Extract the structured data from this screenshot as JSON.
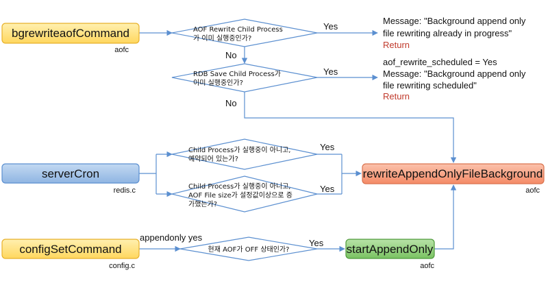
{
  "nodes": {
    "bgrewrite": {
      "label": "bgrewriteaofCommand",
      "file": "aofc",
      "fill": "#ffe183",
      "stroke": "#e8b12a"
    },
    "serverCron": {
      "label": "serverCron",
      "file": "redis.c",
      "fill": "#9ec1e8",
      "stroke": "#5b8fd0"
    },
    "configSet": {
      "label": "configSetCommand",
      "file": "config.c",
      "fill": "#ffe183",
      "stroke": "#e8b12a"
    },
    "rewriteBg": {
      "label": "rewriteAppendOnlyFileBackground",
      "file": "aofc",
      "fill": "#f79f7f",
      "stroke": "#d9734f"
    },
    "startAof": {
      "label": "startAppendOnly",
      "file": "aofc",
      "fill": "#8fcf7a",
      "stroke": "#4f9a3c"
    }
  },
  "conditions": {
    "c1": {
      "line1": "AOF Rewrite Child Process",
      "line2": "가 이미 실행중인가?"
    },
    "c2": {
      "line1": "RDB Save Child Process가",
      "line2": "이미 실행중인가?"
    },
    "c3": {
      "line1": "Child Process가 실행중이 아니고,",
      "line2": "예약되어 있는가?"
    },
    "c4": {
      "line1": "Child Process가 실행중이 아니고,",
      "line2": "AOF File size가 설정값이상으로 증",
      "line3": "가했는가?"
    },
    "c5": {
      "line1": "현재 AOF가 OFF 상태인가?"
    }
  },
  "edge_labels": {
    "c1_yes": "Yes",
    "c1_no": "No",
    "c2_yes": "Yes",
    "c2_no": "No",
    "c3_yes": "Yes",
    "c4_yes": "Yes",
    "c5_yes": "Yes",
    "appendonly_yes": "appendonly yes"
  },
  "messages": {
    "m1": {
      "line1": "Message: \"Background append only",
      "line2": "file rewriting already in progress\"",
      "return": "Return"
    },
    "m2": {
      "line0": "aof_rewrite_scheduled = Yes",
      "line1": "Message: \"Background append only",
      "line2": "file rewriting scheduled\"",
      "return": "Return"
    }
  }
}
